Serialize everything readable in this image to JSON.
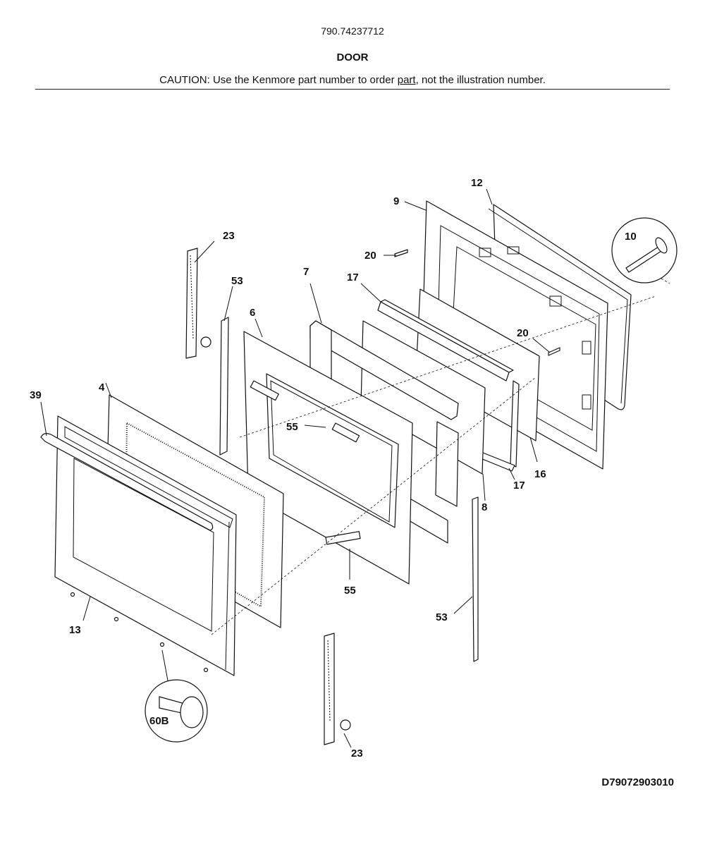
{
  "header": {
    "model_number": "790.74237712",
    "section_title": "DOOR",
    "caution_before": "CAUTION: Use the Kenmore part number to order ",
    "caution_underlined": "part",
    "caution_after": ", not the illustration number."
  },
  "drawing_id": "D79072903010",
  "callouts": {
    "c23_top": "23",
    "c53_left": "53",
    "c6": "6",
    "c7": "7",
    "c17_top": "17",
    "c9": "9",
    "c12": "12",
    "c10": "10",
    "c20_top": "20",
    "c20_mid": "20",
    "c4": "4",
    "c39": "39",
    "c55_upper": "55",
    "c55_lower": "55",
    "c16": "16",
    "c17_bottom": "17",
    "c8": "8",
    "c13": "13",
    "c53_right": "53",
    "c60b": "60B",
    "c23_bottom": "23"
  }
}
